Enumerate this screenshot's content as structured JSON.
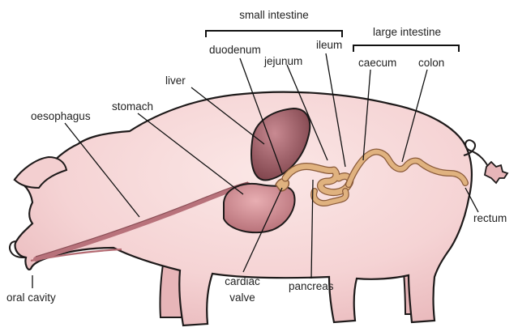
{
  "labels": {
    "small_intestine": "small intestine",
    "large_intestine": "large intestine",
    "duodenum": "duodenum",
    "ileum": "ileum",
    "jejunum": "jejunum",
    "caecum": "caecum",
    "colon": "colon",
    "liver": "liver",
    "stomach": "stomach",
    "oesophagus": "oesophagus",
    "rectum": "rectum",
    "oral_cavity": "oral cavity",
    "cardiac": "cardiac",
    "valve": "valve",
    "pancreas": "pancreas"
  },
  "colors": {
    "body_fill": "#f7d9d9",
    "body_shade": "#e9b9bb",
    "outline": "#1e1a1a",
    "organ_dark": "#8a4e56",
    "organ_mid": "#b8727b",
    "intestine": "#e0b27f",
    "intestine_edge": "#8a5a3a",
    "leader_line": "#111111"
  }
}
